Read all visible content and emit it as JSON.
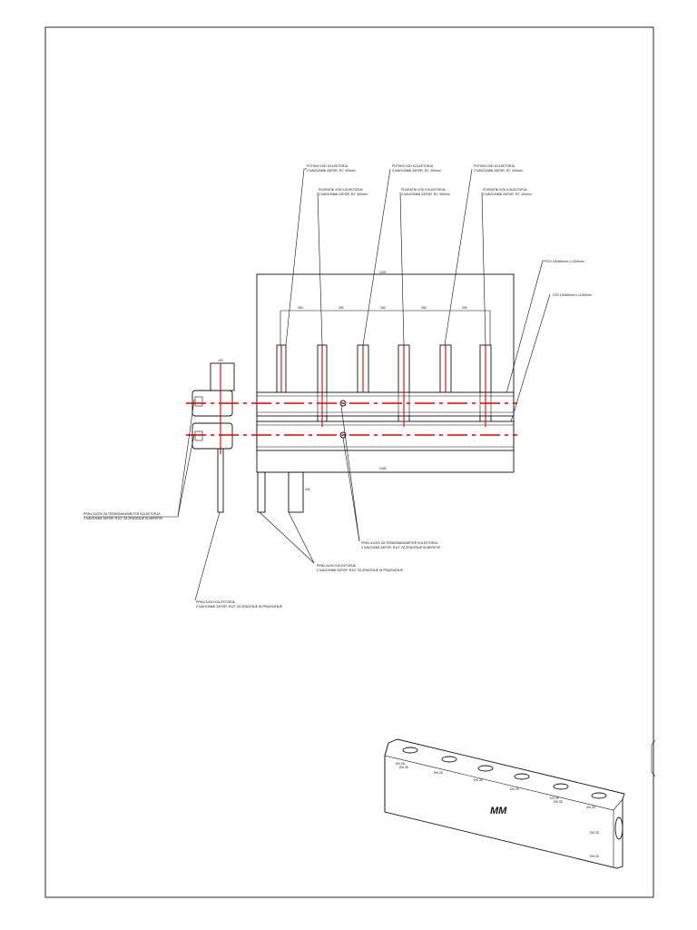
{
  "drawing": {
    "callouts_top": [
      {
        "line1": "POTISNI VOD KOLEKTORJA",
        "line2": "Z NAVOJNIMI ZAPOR. R1\" 400mm"
      },
      {
        "line1": "POVRATNI VOD KOLEKTORJA",
        "line2": "Z NAVOJNIMI ZAPOR. R1\" 400mm"
      },
      {
        "line1": "POTISNI VOD KOLEKTORJA",
        "line2": "Z NAVOJNIMI ZAPOR. R1\" 400mm"
      },
      {
        "line1": "POVRATNI VOD KOLEKTORJA",
        "line2": "Z NAVOJNIMI ZAPOR. R1\" 400mm"
      },
      {
        "line1": "POTISNI VOD KOLEKTORJA",
        "line2": "Z NAVOJNIMI ZAPOR. R1\" 400mm"
      },
      {
        "line1": "POVRATNI VOD KOLEKTORJA",
        "line2": "Z NAVOJNIMI ZAPOR. R1\" 400mm"
      }
    ],
    "callout_pipe_top": "CEV 100x50mm L=1200mm",
    "callout_pipe_bottom": "CEV 100x50mm L=1200mm",
    "dim_top": "1200",
    "dim_spacings": [
      "250",
      "250",
      "250",
      "250",
      "250"
    ],
    "dim_bottom": "1200",
    "dim_side_top": "100",
    "dim_leg": "200",
    "label_left": {
      "line1": "PRIKLJUCEK ZA TERMOMANOMETER KOLEKTORJA",
      "line2": "Z NAVOJNIM ZAPOR. R1/2\" ZA ZRACENJE IN MERITVE"
    },
    "label_center": {
      "line1": "PRIKLJUCEK ZA TERMOMANOMETER KOLEKTORJA",
      "line2": "Z NAVOJNIM ZAPOR. R1/2\" ZA ZRACENJE IN MERITVE"
    },
    "label_legs": {
      "line1": "PRIKLJUCKI KOLEKTORJA",
      "line2": "Z NAVOJNIMI ZAPOR. R1/2\" ZA ZRACENJE IN PRAZNJENJE"
    },
    "label_bottom_left": {
      "line1": "PRIKLJUCKI KOLEKTORJA",
      "line2": "Z NAVOJNIMI ZAPOR. R1/2\" ZA ZRACENJE IN PRAZNJENJE"
    },
    "iso_logo": "MM",
    "iso_port_labels": [
      "DN 25",
      "DN 25",
      "DN 25",
      "DN 25",
      "DN 25",
      "DN 25",
      "DN 25",
      "DN 25",
      "DN 25",
      "DN 25"
    ]
  },
  "colors": {
    "line": "#111111",
    "center_line": "#e00000",
    "background": "#ffffff"
  }
}
